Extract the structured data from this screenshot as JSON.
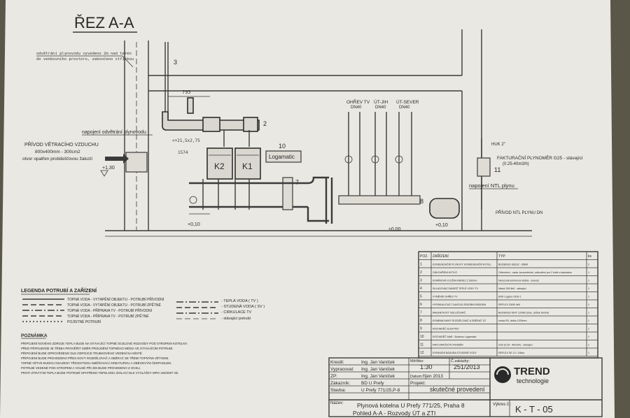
{
  "title": "ŘEZ A-A",
  "annotations": {
    "top_note": [
      "odvětrání plynovodu vyvedeno 2m nad terén",
      "do venkovního prostoru, zakončeno stříškou"
    ],
    "riser_number": "3",
    "dim_795": "795",
    "flue_label": "napojení odvětrání plynovodu",
    "vent_title": "PŘÍVOD VĚTRACÍHO VZDUCHU",
    "vent_size": "800x400mm - 300cm2",
    "vent_note": "otvor opatřen protidešťovou žaluzií",
    "level_130": "+1,30",
    "level_2": "<+21,5x2,75",
    "level_1574": "1574",
    "k2": "K2",
    "k1": "K1",
    "num_2": "2",
    "num_10": "10",
    "logamatic": "Logamatic",
    "num_7": "7",
    "num_8": "8",
    "num_11": "11",
    "dhw_label": "OHŘEV TV",
    "dhw_dn": "DN40",
    "ut_jih": "ÚT-JIH",
    "ut_jih_dn": "DN40",
    "ut_sever": "ÚT-SEVER",
    "ut_sever_dn": "DN40",
    "huk": "HUK 2\"",
    "gas_meter": "FAKTURAČNÍ PLYNOMĚR G25 - stávající",
    "gas_meter_sub": "(0.25-40m3/h)",
    "ntl_connect": "napojení NTL plynu",
    "ntl_supply": "PŘÍVOD NTL PLYNU DN",
    "floor_010": "+0,10",
    "floor_000": "±0,00",
    "floor_010b": "+0,10"
  },
  "legend": {
    "title": "LEGENDA POTRUBÍ A ZAŘÍZENÍ",
    "left_items": [
      "TOPNÁ VODA - VYTÁPĚNÍ OBJEKTU - POTRUBÍ PŘÍVODNÍ",
      "TOPNÁ VODA - VYTÁPĚNÍ OBJEKTU - POTRUBÍ ZPĚTNÉ",
      "TOPNÁ VODA - PŘÍPRAVA TV - POTRUBÍ PŘÍVODNÍ",
      "TOPNÁ VODA - PŘÍPRAVA TV - POTRUBÍ ZPĚTNÉ",
      "POJISTNÉ POTRUBÍ"
    ],
    "right_items": [
      "- TEPLÁ VODA ( TV )",
      "- STUDENÁ VODA ( SV )",
      "- CIRKULACE TV",
      "- stávající potrubí"
    ]
  },
  "notes": {
    "title": "POZNÁMKA",
    "lines": [
      "PŘIPOJENÍ NOVÉHO ZDROJE TEPLA BUDE NA STÁVAJÍCÍ TOPNÉ OCELOVÉ ROZVODY POD STROPEM KOTELNY.",
      "PŘED PŘIPOJENÍM JE TŘEBA PROVĚŘIT SMĚR PROUDĚNÍ TOPNÉHO MÉDIA VE STÁVAJÍCÍM POTRUBÍ.",
      "PŘIPOJENÍ BUDE OPROVĚDENO DLE ODPOJCE TRUBKOVÉHO VEDENÍ NA MÍSTĚ.",
      "PŘIPOJENÍ BUDE PROVEDENO PŘES NOVÝ ROZDĚLOVAČ A SBĚRAČ SE TŘEMI TOPNÝMI VĚTVEMI.",
      "TOPNÉ VĚTVE BUDOU OSAZENY TŘÍCESTNOU SMĚŠOVACÍ ARMATUROU A OBĚHOVÝM ČERPADLEM.",
      "POTRUBÍ VEDENÉ POD STROPEM A VOLNĚ PŘI ZDI BUDE PROVEDENO Z OCELI.",
      "PROTI ZTRÁTÁM TEPLA BUDE POTRUBÍ OPATŘENO TEPELNOU IZOLACÍ DLE VYHLÁŠKY MPO 193/2007 Sb."
    ]
  },
  "parts_table": {
    "headers": [
      "POZ.",
      "ZAŘÍZENÍ",
      "TYP",
      "ks"
    ],
    "rows": [
      [
        "1",
        "KONDENZAČNÍ PLYNOVÝ KONDENZAČNÍ KOTEL",
        "BUDERUS GB162 - 65kW",
        "2"
      ],
      [
        "2",
        "ODKOUŘENÍ KOTLŮ",
        "Odkouření - sada, koncentrické, odkouření pro 2 kotle s kaskádou",
        "1"
      ],
      [
        "3",
        "KOMÍNOVÁ VLOŽKA NEREZ 2 160mm",
        "Nerezová komínová vložka - souosé",
        "1"
      ],
      [
        "4",
        "SKLADOVACÍ NÁDRŽ TEPLÉ VODY TV",
        "Nádrž 300 litrů - stávající",
        "1"
      ],
      [
        "5",
        "VYMĚNÍK OHŘEV TV",
        "ERK Logano ODD-1",
        "1"
      ],
      [
        "6",
        "HYDRAULICKÁ TLAKOVÁ ZÁSOBNÍ NÁDOBA",
        "REFLEX 25/50 litrů",
        "1"
      ],
      [
        "7",
        "MAGNETICKÝ ODLUČOVAČ",
        "BUDERUS WHY 120/80 (max. průtok 6m3/h)",
        "1"
      ],
      [
        "8",
        "KOMBINOVANÝ ROZDĚLOVAČ A SBĚRAČ ÚT",
        "nmda RS, délka 1200mm",
        "1"
      ],
      [
        "9",
        "ROZVADĚČ ELEKTRO",
        "",
        "1"
      ],
      [
        "10",
        "ROZVADĚČ MaR - Buderus Logamatic",
        "",
        "1"
      ],
      [
        "11",
        "FAKTURAČNÍ PLYNOMĚR",
        "G25 (0.25 - 40m3/h) - stávající",
        "1"
      ],
      [
        "12",
        "EXPANZNÍ NÁDOBA STUDENÉ VODY",
        "REFLEX SE 12 / 18bar",
        "1"
      ]
    ]
  },
  "title_block": {
    "kreslil_label": "Kreslil:",
    "kreslil": "Ing. Jan Vaníček",
    "vypracoval_label": "Vypracoval:",
    "vypracoval": "Ing. Jan Vaníček",
    "zp_label": "ZP:",
    "zp": "Ing. Jan Vaníček",
    "zakaznik_label": "Zákazník:",
    "zakaznik": "BD U Prefy",
    "stavba_label": "Stavba:",
    "stavba": "U Prefy 771/25,P-8",
    "meritko_label": "Měřítko:",
    "meritko": "1:30",
    "zakazky_label": "Č.zakázky:",
    "zakazky": "251/2013",
    "datum_label": "Datum:",
    "datum": "říjen 2013",
    "projekt_label": "Projekt:",
    "projekt": "skutečné provedení",
    "nazev_label": "Název:",
    "nazev1": "Plynová kotelna U Prefy 771/25, Praha 8",
    "nazev2": "Pohled A-A - Rozvody ÚT a ZTI",
    "brand1": "TREND",
    "brand2": "technologie",
    "vykres_label": "Výkres č.:",
    "vykres": "K - T - 05"
  }
}
